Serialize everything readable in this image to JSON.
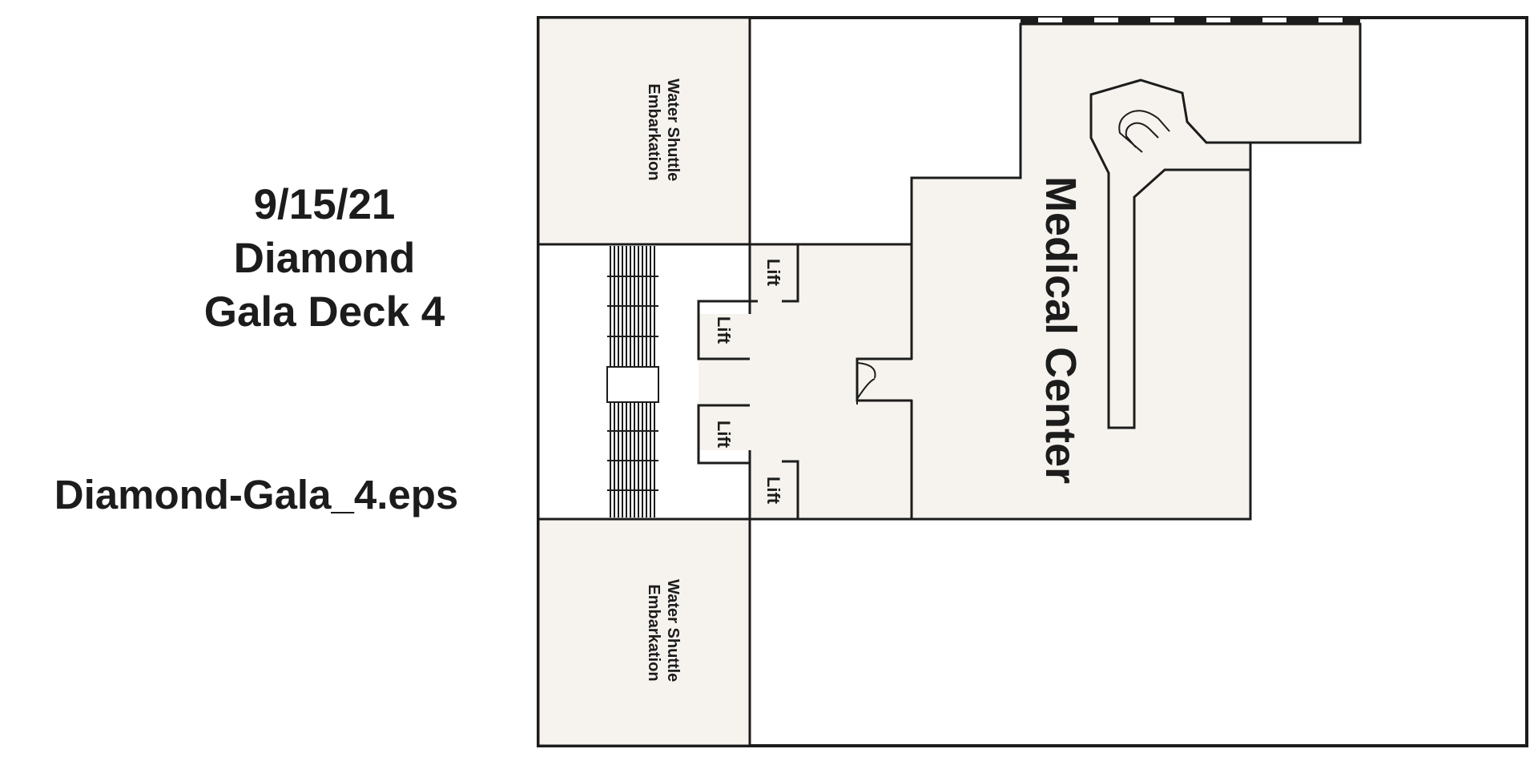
{
  "header": {
    "date": "9/15/21",
    "ship": "Diamond",
    "deck": "Gala Deck 4"
  },
  "file_name": "Diamond-Gala_4.eps",
  "rooms": {
    "water_shuttle_top": [
      "Water Shuttle",
      "Embarkation"
    ],
    "water_shuttle_bottom": [
      "Water Shuttle",
      "Embarkation"
    ],
    "medical_center": "Medical Center",
    "lifts": [
      "Lift",
      "Lift",
      "Lift",
      "Lift"
    ]
  },
  "colors": {
    "room_fill": "#f6f3ee",
    "line": "#1c1c1c",
    "background": "#ffffff"
  }
}
